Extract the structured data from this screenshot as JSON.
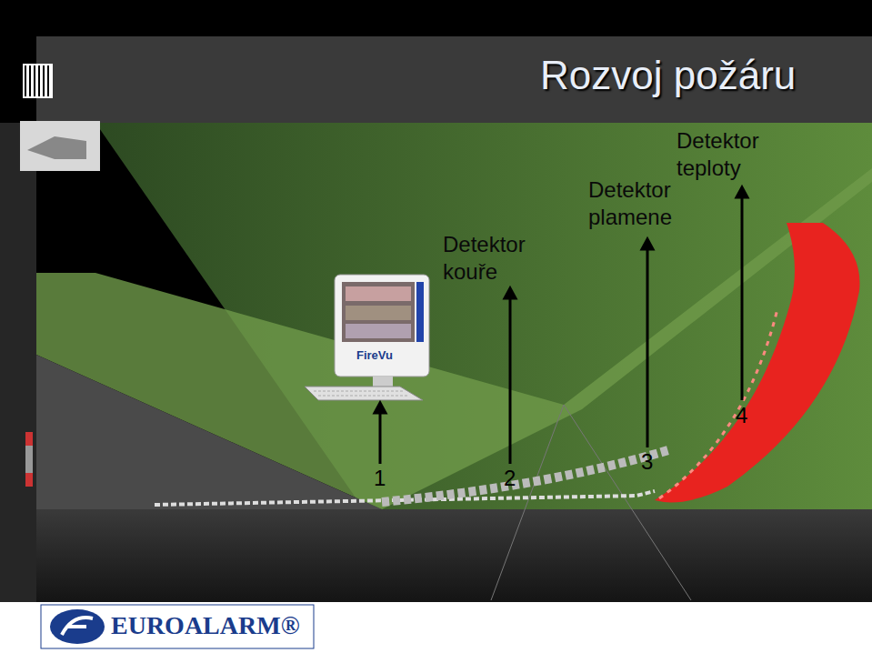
{
  "diagram": {
    "title": "Rozvoj požáru",
    "labels": [
      "Detektor kouře",
      "Detektor plamene",
      "Detektor teploty",
      "1",
      "2",
      "3",
      "4",
      "FireVu",
      "EUROALARM®"
    ]
  }
}
